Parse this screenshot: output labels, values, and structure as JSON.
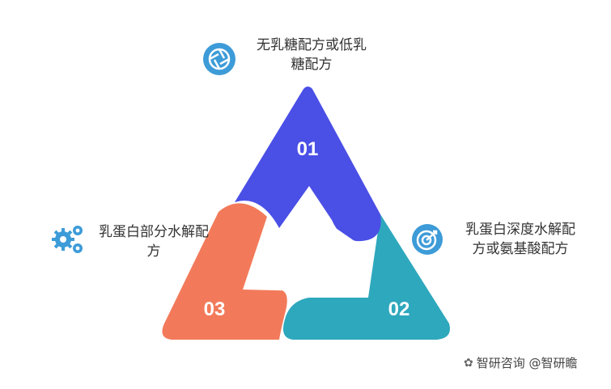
{
  "segments": [
    {
      "number": "01",
      "label": "无乳糖配方或低乳糖配方",
      "label_lines": [
        "无乳糖配方或低乳",
        "糖配方"
      ],
      "color": "#4a4fe6",
      "icon": "aperture-icon"
    },
    {
      "number": "02",
      "label": "乳蛋白深度水解配方或氨基酸配方",
      "label_lines": [
        "乳蛋白深度水解配",
        "方或氨基酸配方"
      ],
      "color": "#2ea8bd",
      "icon": "target-icon"
    },
    {
      "number": "03",
      "label": "乳蛋白部分水解配方",
      "label_lines": [
        "乳蛋白部分水解配",
        "方"
      ],
      "color": "#f27a5a",
      "icon": "gears-icon"
    }
  ],
  "icon_color": "#3d9bd8",
  "watermark": "智研咨询 @智研瞻"
}
